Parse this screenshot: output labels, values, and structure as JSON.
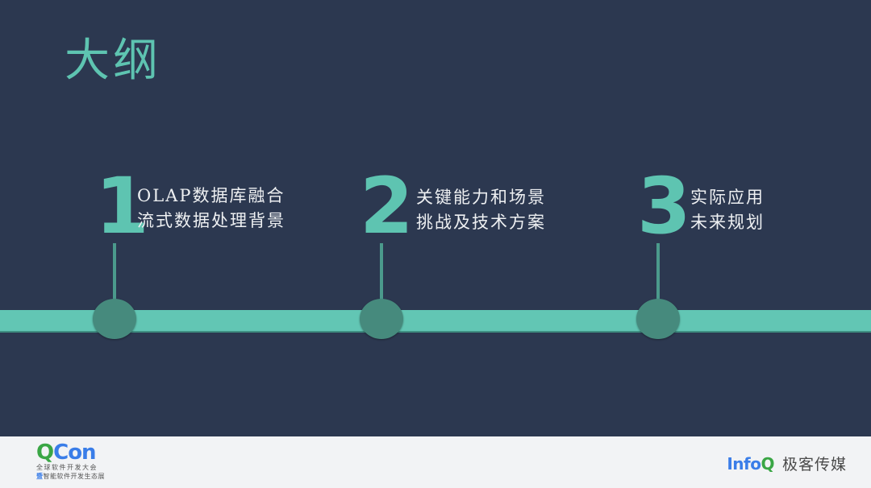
{
  "slide": {
    "title": "大纲",
    "colors": {
      "background": "#2c3850",
      "accent": "#5ec4b1",
      "bar": "#62c6b4",
      "node": "#468a7d",
      "text": "#eef0f2"
    },
    "items": [
      {
        "number": "1",
        "line1": "OLAP数据库融合",
        "line2": "流式数据处理背景"
      },
      {
        "number": "2",
        "line1": "关键能力和场景",
        "line2": "挑战及技术方案"
      },
      {
        "number": "3",
        "line1": "实际应用",
        "line2": "未来规划"
      }
    ]
  },
  "footer": {
    "qcon": {
      "logo_q": "Q",
      "logo_rest": "Con",
      "subtitle": "全球软件开发大会",
      "subtitle2_highlight": "暨",
      "subtitle2": "智能软件开发生态展"
    },
    "infoq": {
      "logo_main": "Info",
      "logo_q": "Q",
      "name_cn": "极客传媒"
    }
  }
}
